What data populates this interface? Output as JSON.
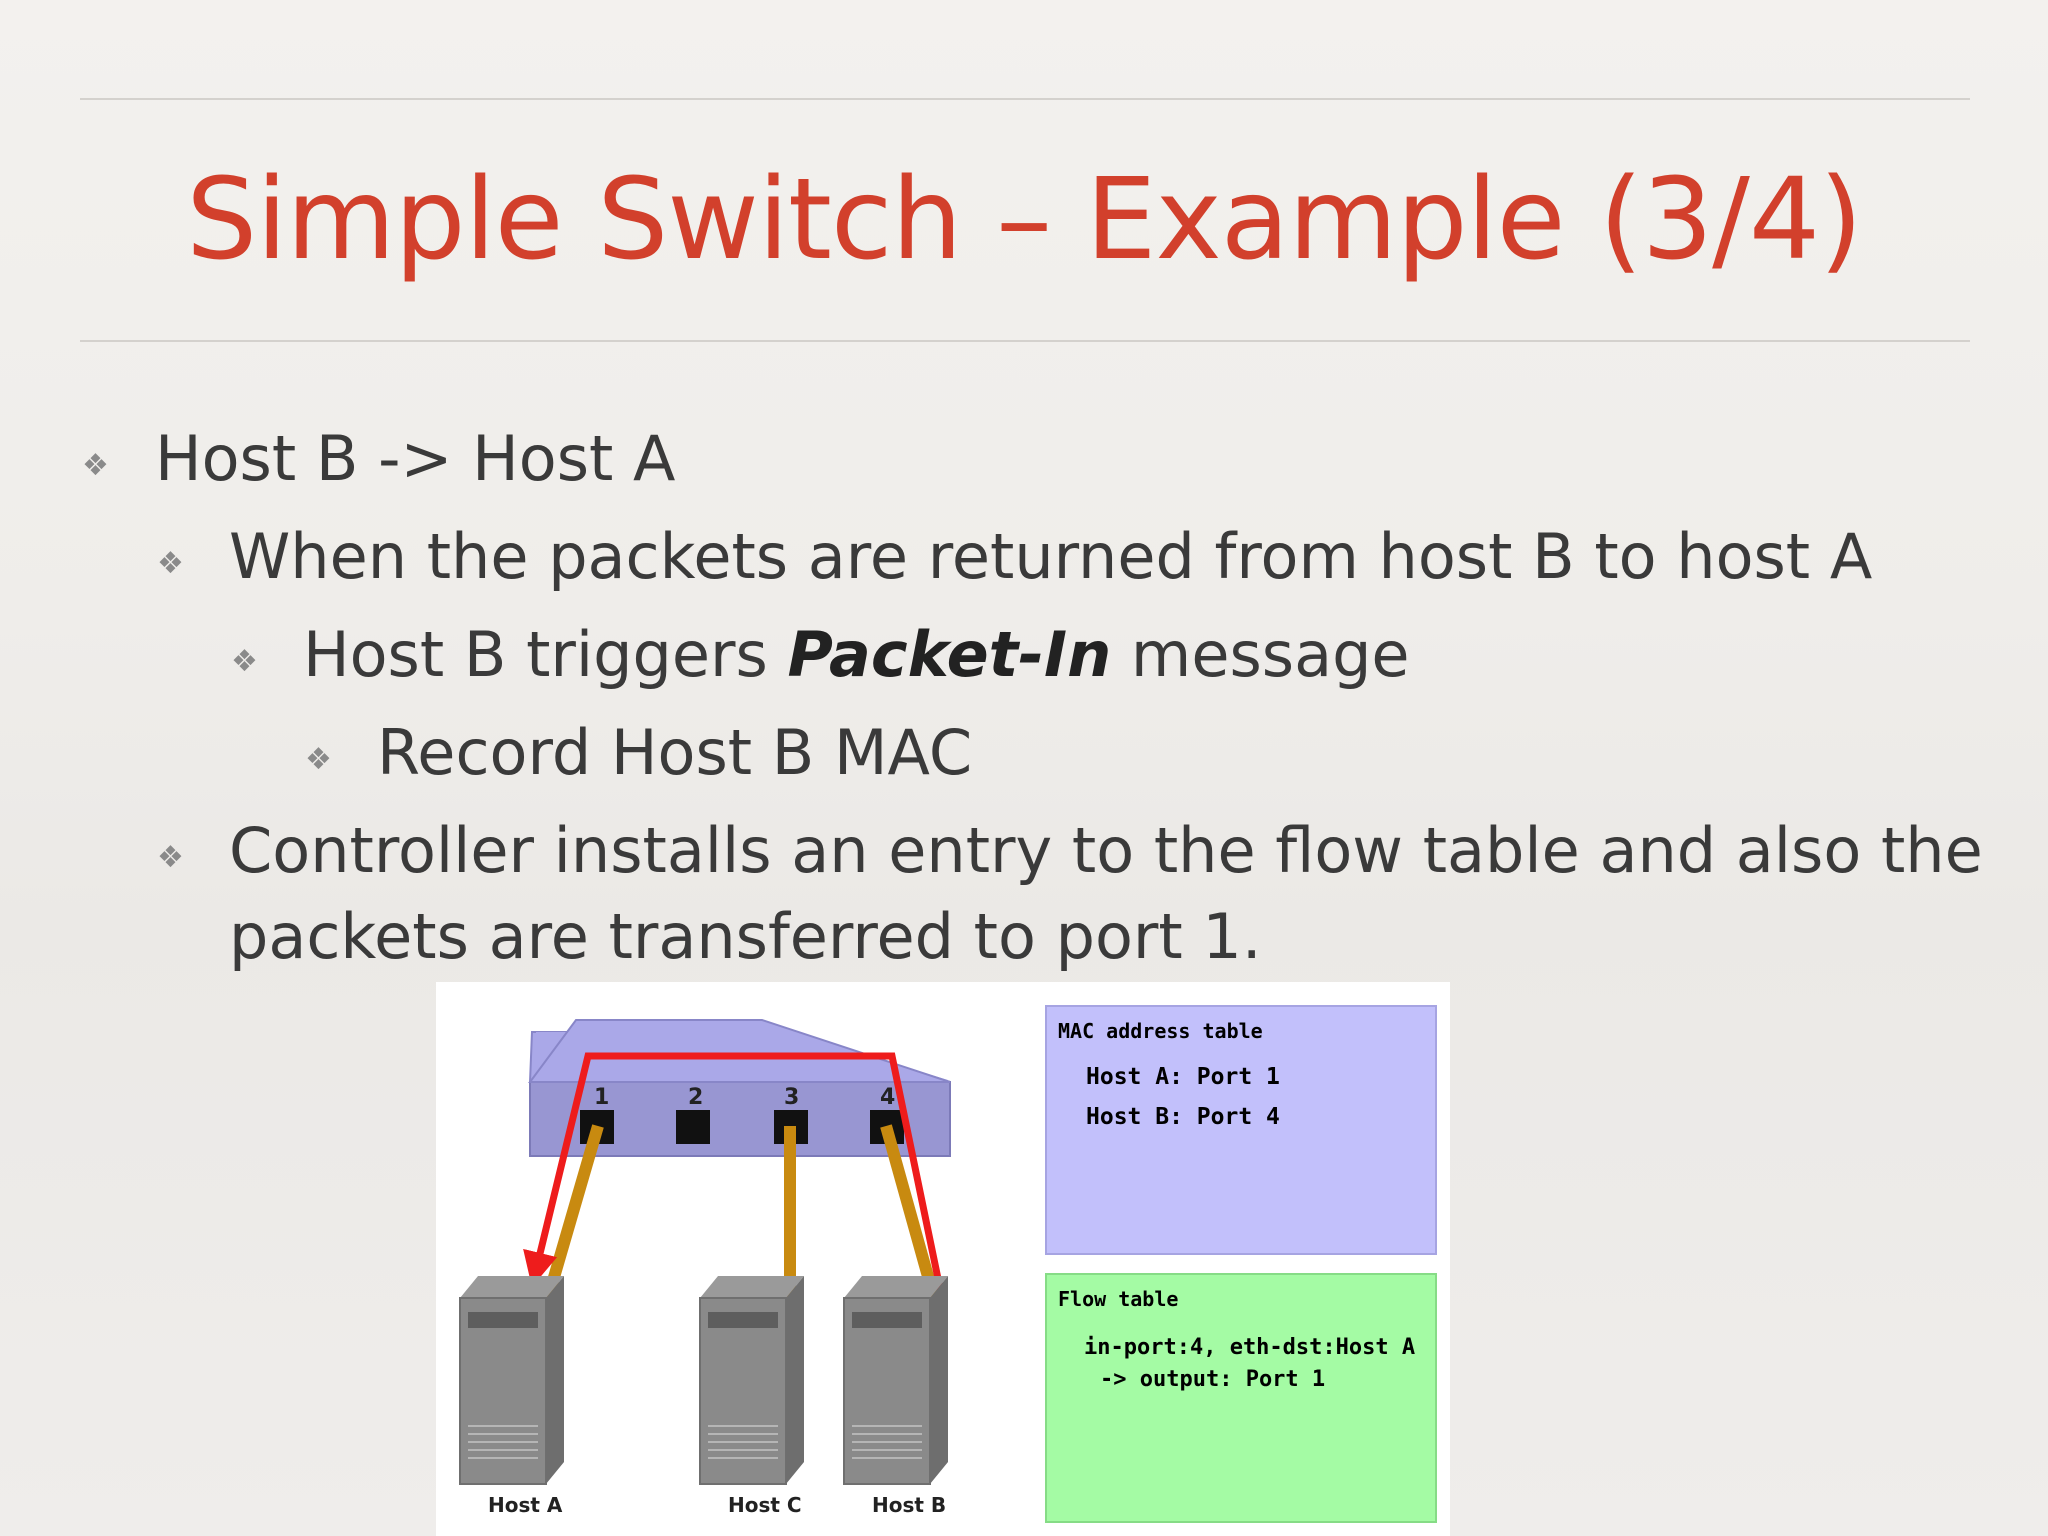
{
  "slide": {
    "title": "Simple Switch – Example (3/4)",
    "bullets": {
      "b1": "Host B -> Host A",
      "b2": "When the packets are returned from host B to host A",
      "b3_pre": "Host B triggers ",
      "b3_em": "Packet-In",
      "b3_post": " message",
      "b4": "Record Host B MAC",
      "b5_line1": "Controller installs an entry to the flow table and also the",
      "b5_line2": "packets are transferred to port 1."
    },
    "bullet_icon": "diamond-bullet-icon"
  },
  "figure": {
    "ports": [
      "1",
      "2",
      "3",
      "4"
    ],
    "hosts": [
      "Host A",
      "Host C",
      "Host B"
    ],
    "mac_table": {
      "title": "MAC address table",
      "entries": [
        "Host A: Port 1",
        "Host B: Port 4"
      ]
    },
    "flow_table": {
      "title": "Flow table",
      "line1": "in-port:4, eth-dst:Host A",
      "line2": "-> output: Port 1"
    },
    "colors": {
      "title": "#d2402c",
      "switch": "#a8a6e6",
      "mac_panel": "#c2c0fb",
      "flow_panel": "#a4fba4",
      "link": "#c88a10",
      "path": "#ee1c1c"
    }
  }
}
